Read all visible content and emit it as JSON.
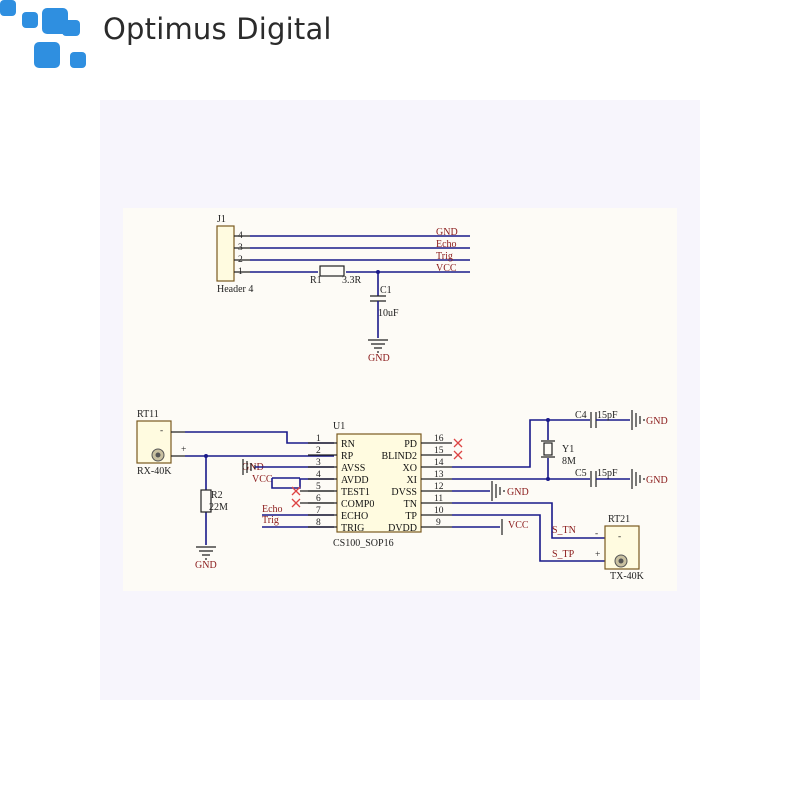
{
  "brand": {
    "name": "Optimus Digital",
    "logo_color": "#2f8fe0"
  },
  "schematic": {
    "connector": {
      "ref": "J1",
      "name": "Header 4",
      "pins": [
        "4",
        "3",
        "2",
        "1"
      ]
    },
    "header_nets": [
      "GND",
      "Echo",
      "Trig",
      "VCC"
    ],
    "resistor_r1": {
      "ref": "R1",
      "value": "3.3R"
    },
    "capacitor_c1": {
      "ref": "C1",
      "value": "10uF"
    },
    "gnd_label": "GND",
    "vcc_label": "VCC",
    "rx": {
      "ref": "RT11",
      "name": "RX-40K",
      "minus": "-",
      "plus": "+"
    },
    "tx": {
      "ref": "RT21",
      "name": "TX-40K",
      "minus": "-",
      "plus": "+"
    },
    "resistor_r2": {
      "ref": "R2",
      "value": "22M"
    },
    "ic": {
      "ref": "U1",
      "part": "CS100_SOP16",
      "left_pins": [
        {
          "num": "1",
          "name": "RN"
        },
        {
          "num": "2",
          "name": "RP"
        },
        {
          "num": "3",
          "name": "AVSS"
        },
        {
          "num": "4",
          "name": "AVDD"
        },
        {
          "num": "5",
          "name": "TEST1"
        },
        {
          "num": "6",
          "name": "COMP0"
        },
        {
          "num": "7",
          "name": "ECHO"
        },
        {
          "num": "8",
          "name": "TRIG"
        }
      ],
      "right_pins": [
        {
          "num": "16",
          "name": "PD"
        },
        {
          "num": "15",
          "name": "BLIND2"
        },
        {
          "num": "14",
          "name": "XO"
        },
        {
          "num": "13",
          "name": "XI"
        },
        {
          "num": "12",
          "name": "DVSS"
        },
        {
          "num": "11",
          "name": "TN"
        },
        {
          "num": "10",
          "name": "TP"
        },
        {
          "num": "9",
          "name": "DVDD"
        }
      ]
    },
    "echo_label": "Echo",
    "trig_label": "Trig",
    "crystal": {
      "ref": "Y1",
      "value": "8M"
    },
    "cap_c4": {
      "ref": "C4",
      "value": "15pF"
    },
    "cap_c5": {
      "ref": "C5",
      "value": "15pF"
    },
    "s_tn": "S_TN",
    "s_tp": "S_TP"
  }
}
